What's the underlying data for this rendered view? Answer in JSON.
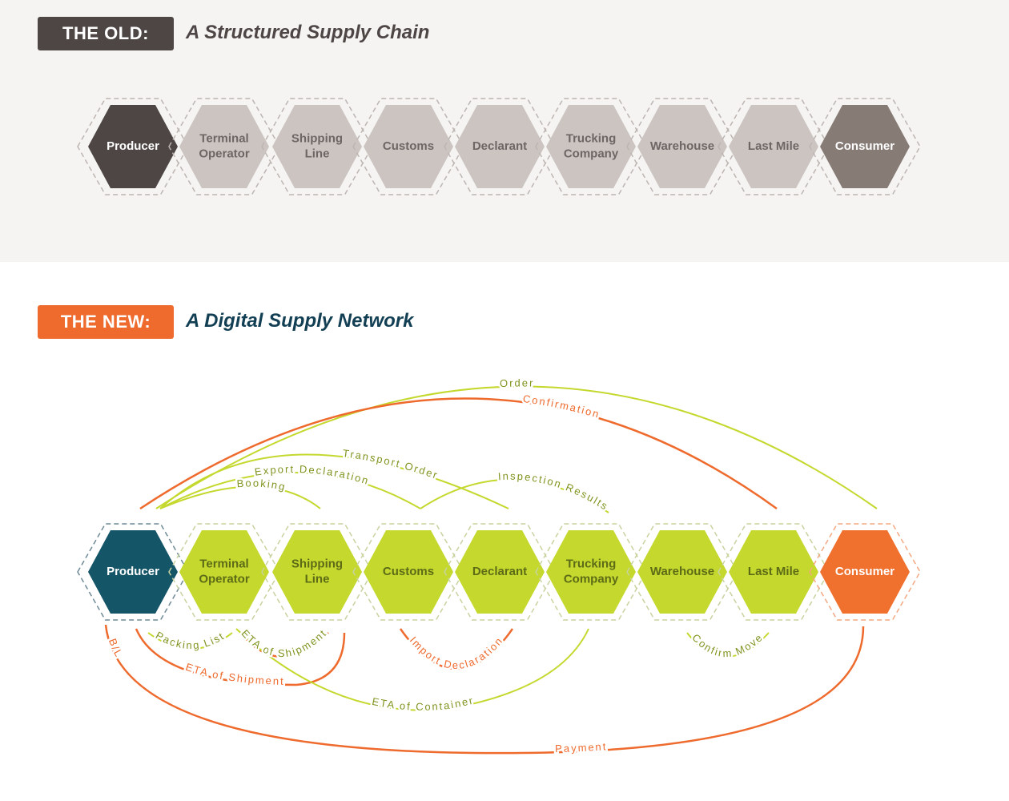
{
  "old_section": {
    "badge": "THE OLD:",
    "title": "A Structured Supply Chain"
  },
  "new_section": {
    "badge": "THE NEW:",
    "title": "A Digital Supply Network"
  },
  "nodes": [
    {
      "lines": [
        "Producer"
      ]
    },
    {
      "lines": [
        "Terminal",
        "Operator"
      ]
    },
    {
      "lines": [
        "Shipping",
        "Line"
      ]
    },
    {
      "lines": [
        "Customs"
      ]
    },
    {
      "lines": [
        "Declarant"
      ]
    },
    {
      "lines": [
        "Trucking",
        "Company"
      ]
    },
    {
      "lines": [
        "Warehouse"
      ]
    },
    {
      "lines": [
        "Last Mile"
      ]
    },
    {
      "lines": [
        "Consumer"
      ]
    }
  ],
  "colors": {
    "old_end": [
      "#4d4645",
      "#877b76"
    ],
    "old_mid": "#cbc4c1",
    "new_producer": "#155568",
    "new_mid": "#c4d82e",
    "new_consumer": "#f0702e",
    "flow_green": "#c4d82e",
    "flow_orange": "#ee6a2d",
    "text_green": "#7f9520",
    "text_orange": "#ee6a2d"
  },
  "flows": {
    "order": "Order",
    "confirmation": "Confirmation",
    "transport_order": "Transport Order",
    "export_declaration": "Export Declaration",
    "booking": "Booking",
    "inspection_results": "Inspection Results",
    "bl": "B/L",
    "packing_list": "Packing List",
    "eta_shipment_small": "ETA of Shipment",
    "eta_shipment_big": "ETA of Shipment",
    "import_declaration": "Import Declaration",
    "eta_container": "ETA of Container",
    "confirm_move": "Confirm Move",
    "payment": "Payment"
  }
}
